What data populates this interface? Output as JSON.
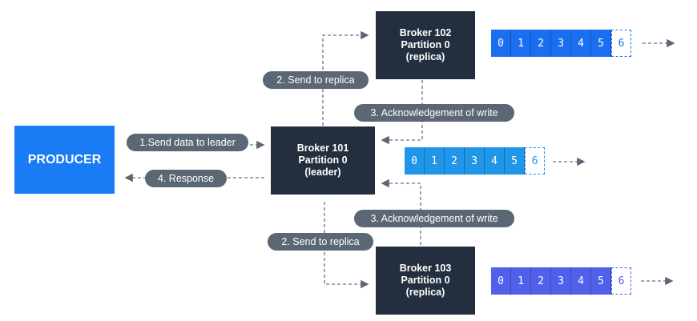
{
  "producer": {
    "label": "PRODUCER",
    "color": "#1a7cf5"
  },
  "brokers": {
    "b102": {
      "line1": "Broker 102",
      "line2": "Partition 0",
      "line3": "(replica)"
    },
    "b101": {
      "line1": "Broker 101",
      "line2": "Partition 0",
      "line3": "(leader)"
    },
    "b103": {
      "line1": "Broker 103",
      "line2": "Partition 0",
      "line3": "(replica)"
    }
  },
  "steps": {
    "send_to_leader": "1.Send data to leader",
    "send_to_replica_top": "2. Send to replica",
    "send_to_replica_bottom": "2. Send to replica",
    "ack_top": "3. Acknowledgement of write",
    "ack_bottom": "3. Acknowledgement of write",
    "response": "4. Response"
  },
  "logs": {
    "b102": {
      "offsets": [
        "0",
        "1",
        "2",
        "3",
        "4",
        "5"
      ],
      "new_offset": "6",
      "color": "#1a6ff0"
    },
    "b101": {
      "offsets": [
        "0",
        "1",
        "2",
        "3",
        "4",
        "5"
      ],
      "new_offset": "6",
      "color": "#1f96e8"
    },
    "b103": {
      "offsets": [
        "0",
        "1",
        "2",
        "3",
        "4",
        "5"
      ],
      "new_offset": "6",
      "color": "#5060ea"
    }
  }
}
